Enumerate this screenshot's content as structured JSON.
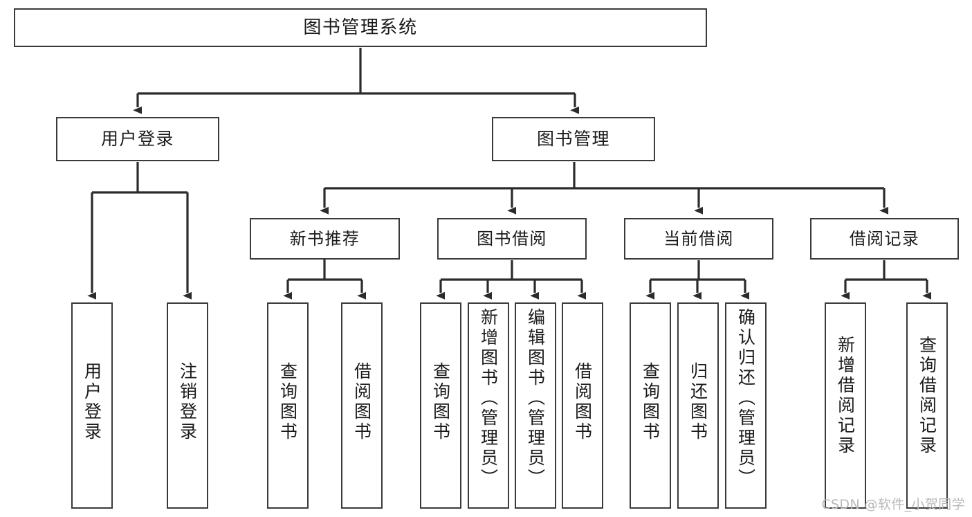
{
  "diagram": {
    "type": "tree-hierarchy-chart",
    "title": "图书管理系统",
    "watermark": "CSDN @软件_小贺同学",
    "colors": {
      "box_border": "#3a3a3a",
      "box_fill": "#ffffff",
      "connector": "#2b2b2b",
      "text": "#1a1a1a",
      "watermark": "#b9b9b9",
      "background": "#ffffff"
    },
    "nodes": {
      "root": {
        "label": "图书管理系统"
      },
      "level1": [
        {
          "label": "用户登录"
        },
        {
          "label": "图书管理"
        }
      ],
      "level2": [
        {
          "label": "新书推荐"
        },
        {
          "label": "图书借阅"
        },
        {
          "label": "当前借阅"
        },
        {
          "label": "借阅记录"
        }
      ],
      "leaves": {
        "user_login": [
          {
            "label": "用户登录"
          },
          {
            "label": "注销登录"
          }
        ],
        "new_book_recommend": [
          {
            "label": "查询图书"
          },
          {
            "label": "借阅图书"
          }
        ],
        "book_borrow": [
          {
            "label": "查询图书"
          },
          {
            "label": "新增图书（管理员）"
          },
          {
            "label": "编辑图书（管理员）"
          },
          {
            "label": "借阅图书"
          }
        ],
        "current_borrow": [
          {
            "label": "查询图书"
          },
          {
            "label": "归还图书"
          },
          {
            "label": "确认归还（管理员）"
          }
        ],
        "borrow_record": [
          {
            "label": "新增借阅记录"
          },
          {
            "label": "查询借阅记录"
          }
        ]
      }
    }
  }
}
